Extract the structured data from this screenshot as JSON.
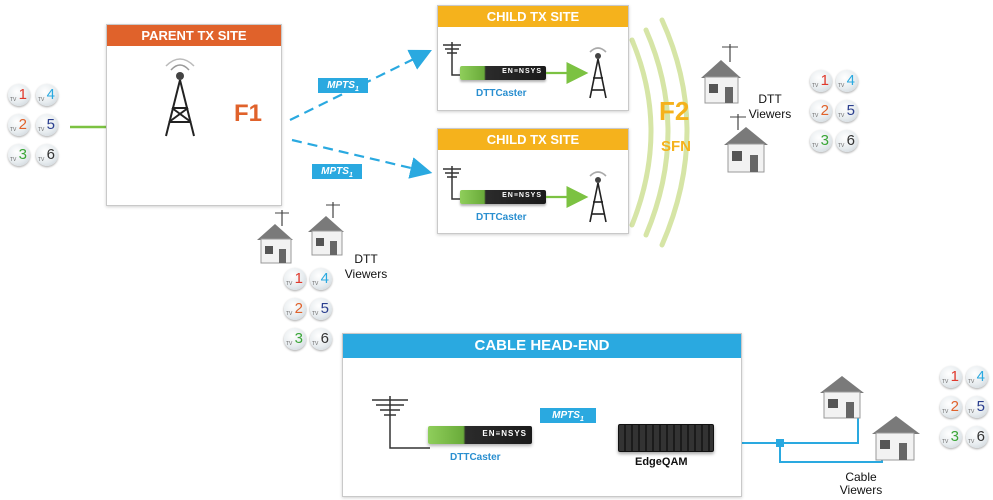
{
  "parent_site": {
    "title": "PARENT TX SITE",
    "freq": "F1",
    "color": "#e0622b"
  },
  "child_sites": [
    {
      "title": "CHILD TX SITE",
      "device": "DTTCaster"
    },
    {
      "title": "CHILD TX SITE",
      "device": "DTTCaster"
    }
  ],
  "child_color": "#f5b21c",
  "sfn": {
    "freq": "F2",
    "label": "SFN"
  },
  "mpts_label": "MPTS",
  "mpts_sub": "1",
  "dtt_viewers": {
    "line1": "DTT",
    "line2": "Viewers"
  },
  "cable_headend": {
    "title": "CABLE HEAD-END",
    "color": "#2aa9e0",
    "device1": "DTTCaster",
    "device2": "EdgeQAM"
  },
  "cable_viewers": {
    "line1": "Cable",
    "line2": "Viewers"
  },
  "device_brand": "EN≡NSYS",
  "channel_tv": "TV",
  "channels": [
    {
      "num": "1",
      "color": "#e0382b"
    },
    {
      "num": "4",
      "color": "#2aa9e0"
    },
    {
      "num": "2",
      "color": "#e0622b"
    },
    {
      "num": "5",
      "color": "#2b3f8f"
    },
    {
      "num": "3",
      "color": "#3aa637"
    },
    {
      "num": "6",
      "color": "#333333"
    }
  ]
}
